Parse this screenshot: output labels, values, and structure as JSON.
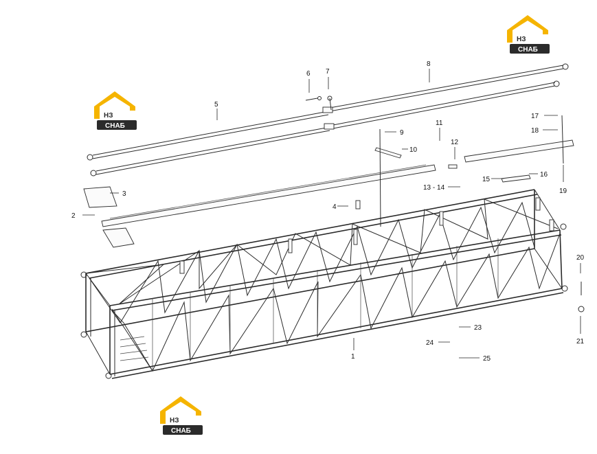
{
  "part_labels": [
    "1",
    "2",
    "3",
    "4",
    "5",
    "6",
    "7",
    "8",
    "9",
    "10",
    "11",
    "12",
    "13 - 14",
    "15",
    "16",
    "17",
    "18",
    "19",
    "20",
    "21",
    "23",
    "24",
    "25"
  ],
  "watermark": {
    "letters": "НЗ",
    "subtitle": "СНАБ"
  },
  "colors": {
    "logo_accent": "#f5b400",
    "logo_dark": "#2b2b2b",
    "line": "#2a2a2a"
  }
}
